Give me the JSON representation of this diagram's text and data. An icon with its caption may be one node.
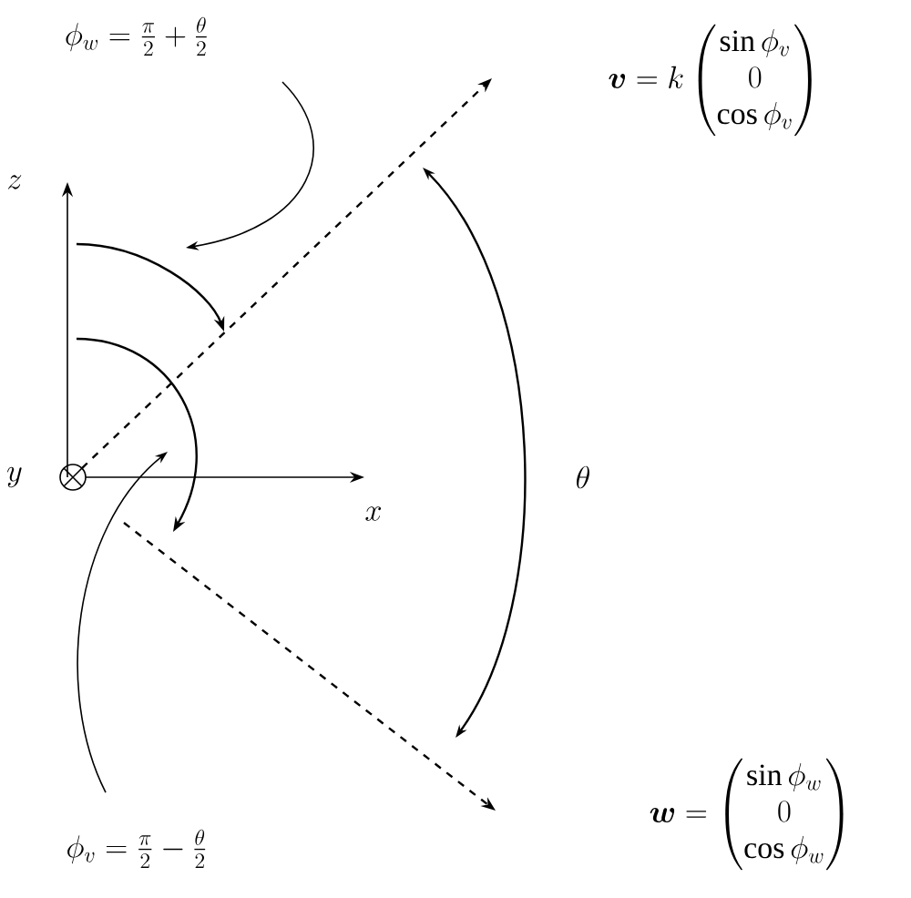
{
  "diagram": {
    "nodes": [
      {
        "text": [
          "\\phi_w = \\frac{\\pi}{2} + \\frac{\\theta}{2}"
        ]
      },
      {
        "text": [
          "\\boldsymbol{v} = k \\begin{pmatrix} \\sin\\phi_v \\\\ 0 \\\\ \\cos\\phi_v \\end{pmatrix}"
        ]
      },
      {
        "text": [
          "\\theta"
        ]
      },
      {
        "text": [
          "\\boldsymbol{w} = \\begin{pmatrix} \\sin\\phi_w \\\\ 0 \\\\ \\cos\\phi_w \\end{pmatrix}"
        ]
      },
      {
        "text": [
          "\\phi_v = \\frac{\\pi}{2} - \\frac{\\theta}{2}"
        ]
      },
      {
        "text": [],
        "shape": "arc"
      },
      {
        "text": [],
        "shape": "arc"
      }
    ],
    "edges": [
      {
        "from": 0,
        "to": 5,
        "arrow": "to"
      },
      {
        "from": 4,
        "to": 6,
        "arrow": "to"
      }
    ],
    "labels": [
      "z",
      "y",
      "x"
    ]
  }
}
